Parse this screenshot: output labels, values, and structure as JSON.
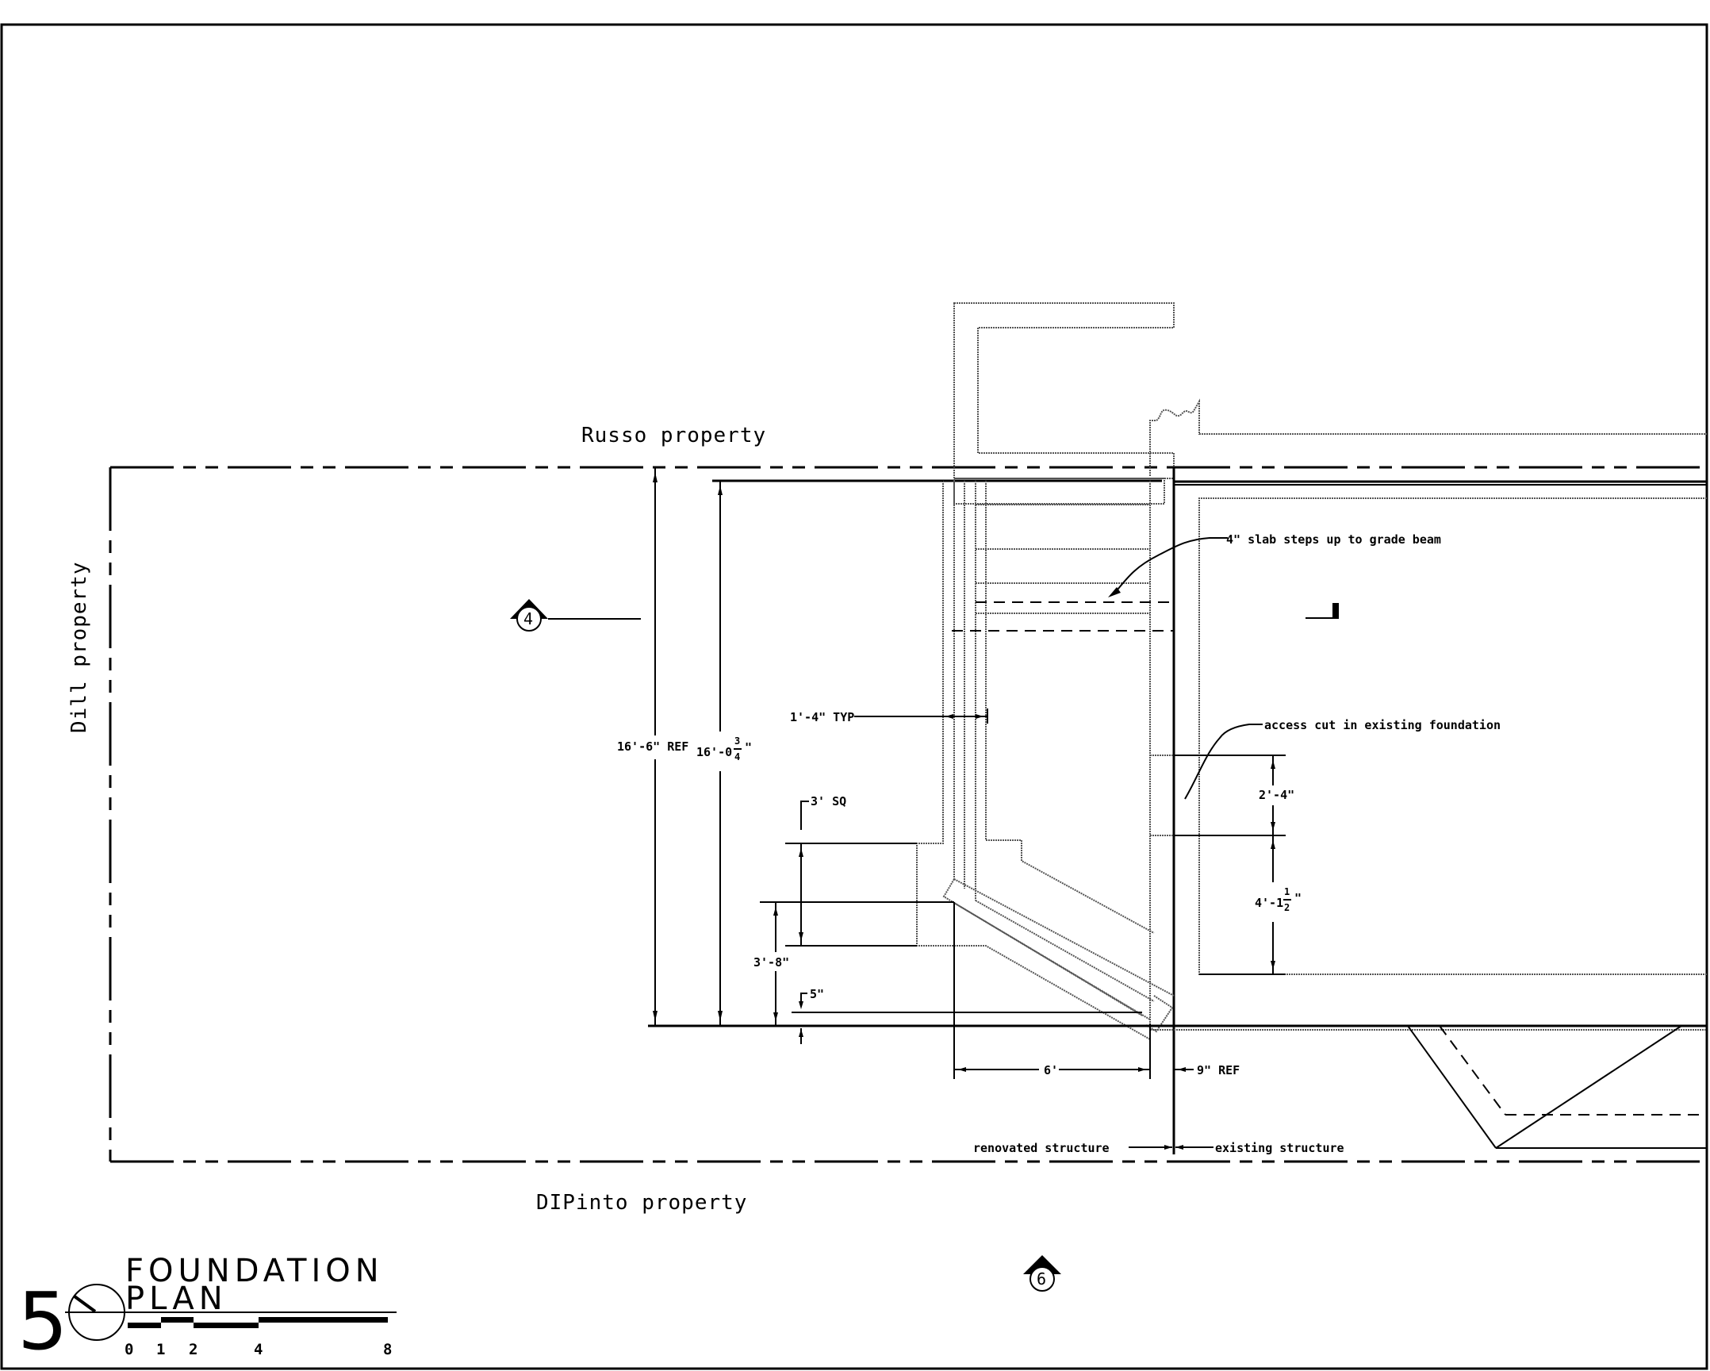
{
  "drawing": {
    "title_line1": "FOUNDATION",
    "title_line2": "PLAN",
    "detail_number": "5",
    "scale_bar": {
      "ticks": [
        "0",
        "1",
        "2",
        "4",
        "8"
      ]
    }
  },
  "properties": {
    "north": "Russo property",
    "west": "Dill property",
    "south": "DIPinto property"
  },
  "section_markers": [
    {
      "number": "4"
    },
    {
      "number": "6"
    }
  ],
  "notes": {
    "slab": "4\" slab steps up to grade beam",
    "access_cut": "access cut in existing foundation",
    "renovated": "renovated structure",
    "existing": "existing structure"
  },
  "dimensions": {
    "overall_ref": "16'-6\" REF",
    "overall_main": "16'-0",
    "overall_frac_num": "3",
    "overall_frac_den": "4",
    "overall_inch": "\"",
    "wall_typ": "1'-4\" TYP",
    "footing_sq": "3' SQ",
    "footing_offset": "3'-8\"",
    "small": "5\"",
    "width": "6'",
    "ref_9": "9\" REF",
    "access_upper": "2'-4\"",
    "access_lower_main": "4'-1",
    "access_lower_num": "1",
    "access_lower_den": "2",
    "access_lower_inch": "\""
  }
}
